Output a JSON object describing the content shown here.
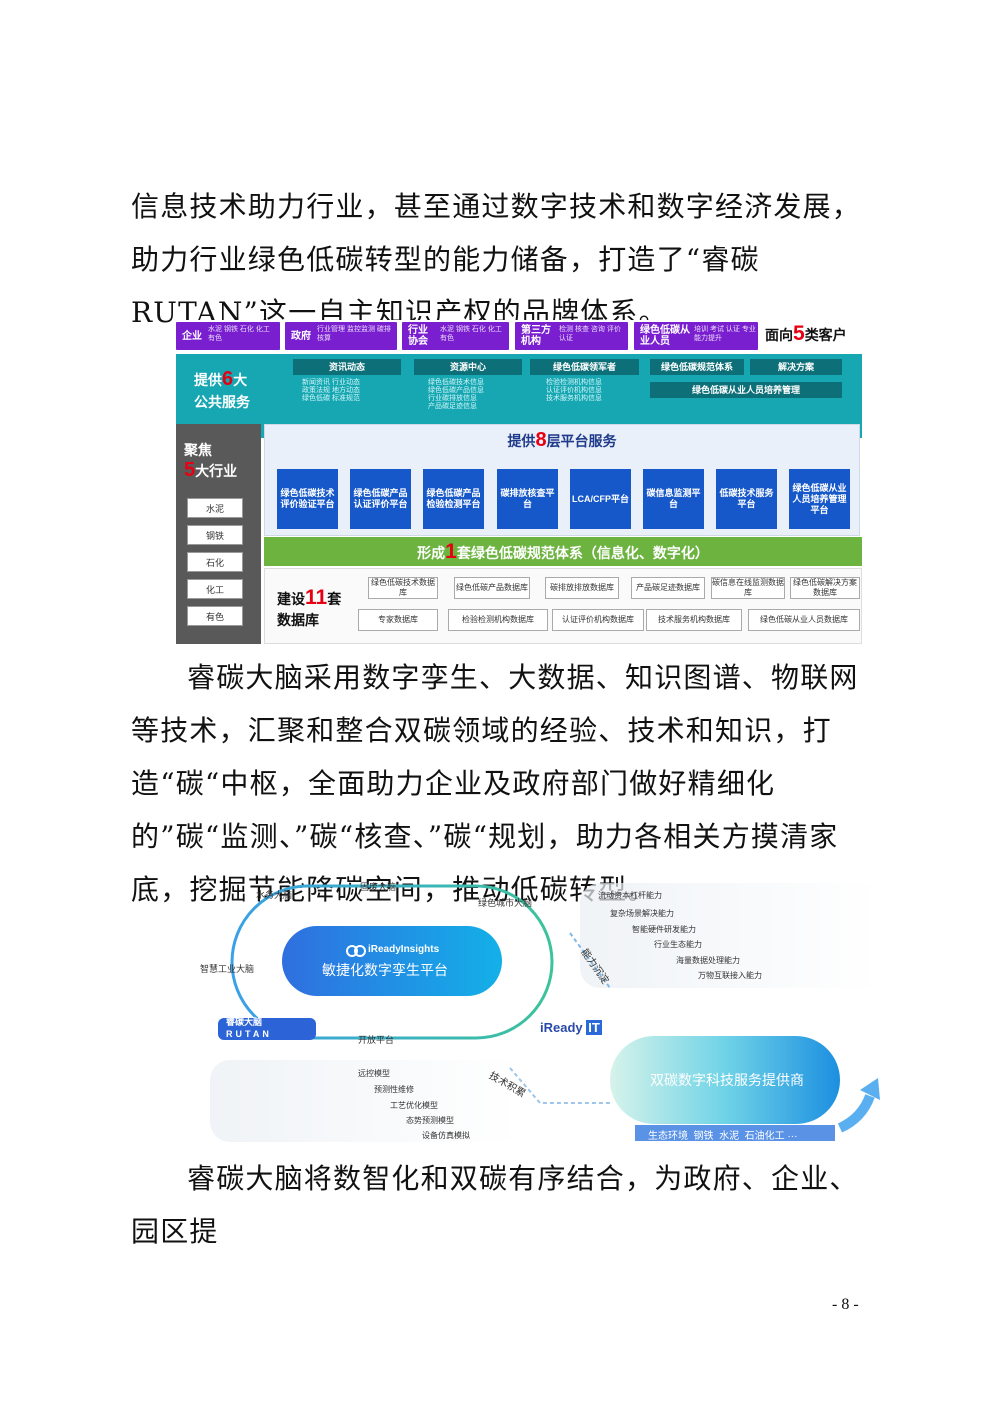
{
  "paragraphs": [
    "信息技术助力行业，甚至通过数字技术和数字经济发展，助力行业绿色低碳转型的能力储备，打造了“睿碳 RUTAN”这一自主知识产权的品牌体系。",
    "睿碳大脑采用数字孪生、大数据、知识图谱、物联网等技术，汇聚和整合双碳领域的经验、技术和知识，打造“碳“中枢，全面助力企业及政府部门做好精细化的”碳“监测、”碳“核查、”碳“规划，助力各相关方摸清家底，挖掘节能降碳空间，推动低碳转型。",
    "睿碳大脑将数智化和双碳有序结合，为政府、企业、园区提"
  ],
  "figure1": {
    "customers_title_pre": "面向",
    "customers_title_num": "5",
    "customers_title_post": "类客户",
    "customers": [
      {
        "label": "企业",
        "sub": "水泥 钢铁 石化 化工 有色"
      },
      {
        "label": "政府",
        "sub": "行业管理 监控监测 碳排核算"
      },
      {
        "label": "行业协会",
        "sub": "水泥 钢铁 石化 化工 有色"
      },
      {
        "label": "第三方机构",
        "sub": "检测 核查 咨询 评价 认证"
      },
      {
        "label": "绿色低碳从业人员",
        "sub": "培训 考试 认证 专业能力提升"
      }
    ],
    "public_title_pre": "提供",
    "public_title_num": "6",
    "public_title_post": "大",
    "public_title_line2": "公共服务",
    "public_services": [
      {
        "label": "资讯动态",
        "sub": [
          "新闻资讯 行业动态",
          "政策法规 地方动态",
          "绿色低碳 标准规范"
        ]
      },
      {
        "label": "资源中心",
        "sub": [
          "绿色低碳技术信息",
          "绿色低碳产品信息",
          "行业碳排放信息",
          "产品碳足迹信息"
        ]
      },
      {
        "label": "绿色低碳领军者",
        "sub": [
          "检验检测机构信息",
          "认证评价机构信息",
          "技术服务机构信息"
        ]
      },
      {
        "label": "绿色低碳规范体系",
        "sub": []
      },
      {
        "label": "解决方案",
        "sub": []
      },
      {
        "label": "绿色低碳从业人员培养管理",
        "sub": []
      }
    ],
    "industry_title_l1": "聚焦",
    "industry_title_num": "5",
    "industry_title_post": "大行业",
    "industries": [
      "水泥",
      "钢铁",
      "石化",
      "化工",
      "有色"
    ],
    "platform_title_pre": "提供",
    "platform_title_num": "8",
    "platform_title_post": "层平台服务",
    "platforms": [
      "绿色低碳技术评价验证平台",
      "绿色低碳产品认证评价平台",
      "绿色低碳产品检验检测平台",
      "碳排放核查平台",
      "LCA/CFP平台",
      "碳信息监测平台",
      "低碳技术服务平台",
      "绿色低碳从业人员培养管理平台"
    ],
    "norm_pre": "形成",
    "norm_num": "1",
    "norm_post": "套绿色低碳规范体系（信息化、数字化）",
    "db_title_pre": "建设",
    "db_title_num": "11",
    "db_title_post": "套",
    "db_title_line2": "数据库",
    "databases_row1": [
      "绿色低碳技术数据库",
      "绿色低碳产品数据库",
      "碳排放排放数据库",
      "产品碳足迹数据库",
      "碳信息在线监测数据库",
      "绿色低碳解决方案数据库"
    ],
    "databases_row2": [
      "专家数据库",
      "检验检测机构数据库",
      "认证评价机构数据库",
      "技术服务机构数据库",
      "绿色低碳从业人员数据库"
    ]
  },
  "figure2": {
    "ring_labels": {
      "top": "固废大脑",
      "top_left": "水务大脑",
      "top_right": "绿色城市大脑",
      "left": "智慧工业大脑",
      "bottom": "开放平台"
    },
    "center_logo": "iReadyInsights",
    "center_title": "敏捷化数字孪生平台",
    "brand_logo_cn": "睿碳大脑",
    "brand_logo_en": "RUTAN",
    "ready_logo": "iReady",
    "ready_logo_suffix": "IT",
    "ability_arrow": "能力沉淀",
    "abilities": [
      "流动资本杠杆能力",
      "复杂场景解决能力",
      "智能硬件研发能力",
      "行业生态能力",
      "海量数据处理能力",
      "万物互联接入能力"
    ],
    "tech_arrow": "技术积累",
    "techs": [
      "远控模型",
      "预测性维修",
      "工艺优化模型",
      "态势预测模型",
      "设备仿真模拟"
    ],
    "provider_title": "双碳数字科技服务提供商",
    "sectors": "生态环境  钢铁  水泥  石油化工 ···"
  },
  "page_number": "- 8 -",
  "colors": {
    "purple": "#7a1fd0",
    "teal": "#16a7b3",
    "green": "#6cb33f",
    "blue": "#1658c9",
    "red": "#e60012"
  }
}
